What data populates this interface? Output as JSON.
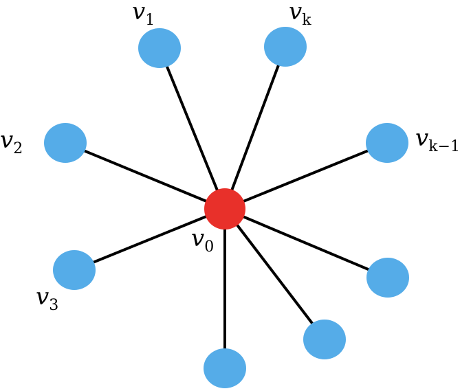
{
  "colors": {
    "center_node": "#E8302A",
    "leaf_node": "#55ACE8",
    "edge": "#000000",
    "background": "#FFFFFF"
  },
  "nodes": [
    {
      "id": "v0",
      "role": "center",
      "label": "v",
      "sub": "0"
    },
    {
      "id": "v1",
      "role": "leaf",
      "label": "v",
      "sub": "1"
    },
    {
      "id": "vk",
      "role": "leaf",
      "label": "v",
      "sub": "k"
    },
    {
      "id": "v2",
      "role": "leaf",
      "label": "v",
      "sub": "2"
    },
    {
      "id": "vk-1",
      "role": "leaf",
      "label": "v",
      "sub": "k−1"
    },
    {
      "id": "v3",
      "role": "leaf",
      "label": "v",
      "sub": "3"
    },
    {
      "id": "u-right",
      "role": "leaf",
      "label": "",
      "sub": ""
    },
    {
      "id": "u-lower-right",
      "role": "leaf",
      "label": "",
      "sub": ""
    },
    {
      "id": "u-bottom",
      "role": "leaf",
      "label": "",
      "sub": ""
    }
  ],
  "edges": [
    [
      "v0",
      "v1"
    ],
    [
      "v0",
      "vk"
    ],
    [
      "v0",
      "v2"
    ],
    [
      "v0",
      "vk-1"
    ],
    [
      "v0",
      "v3"
    ],
    [
      "v0",
      "u-right"
    ],
    [
      "v0",
      "u-lower-right"
    ],
    [
      "v0",
      "u-bottom"
    ]
  ]
}
